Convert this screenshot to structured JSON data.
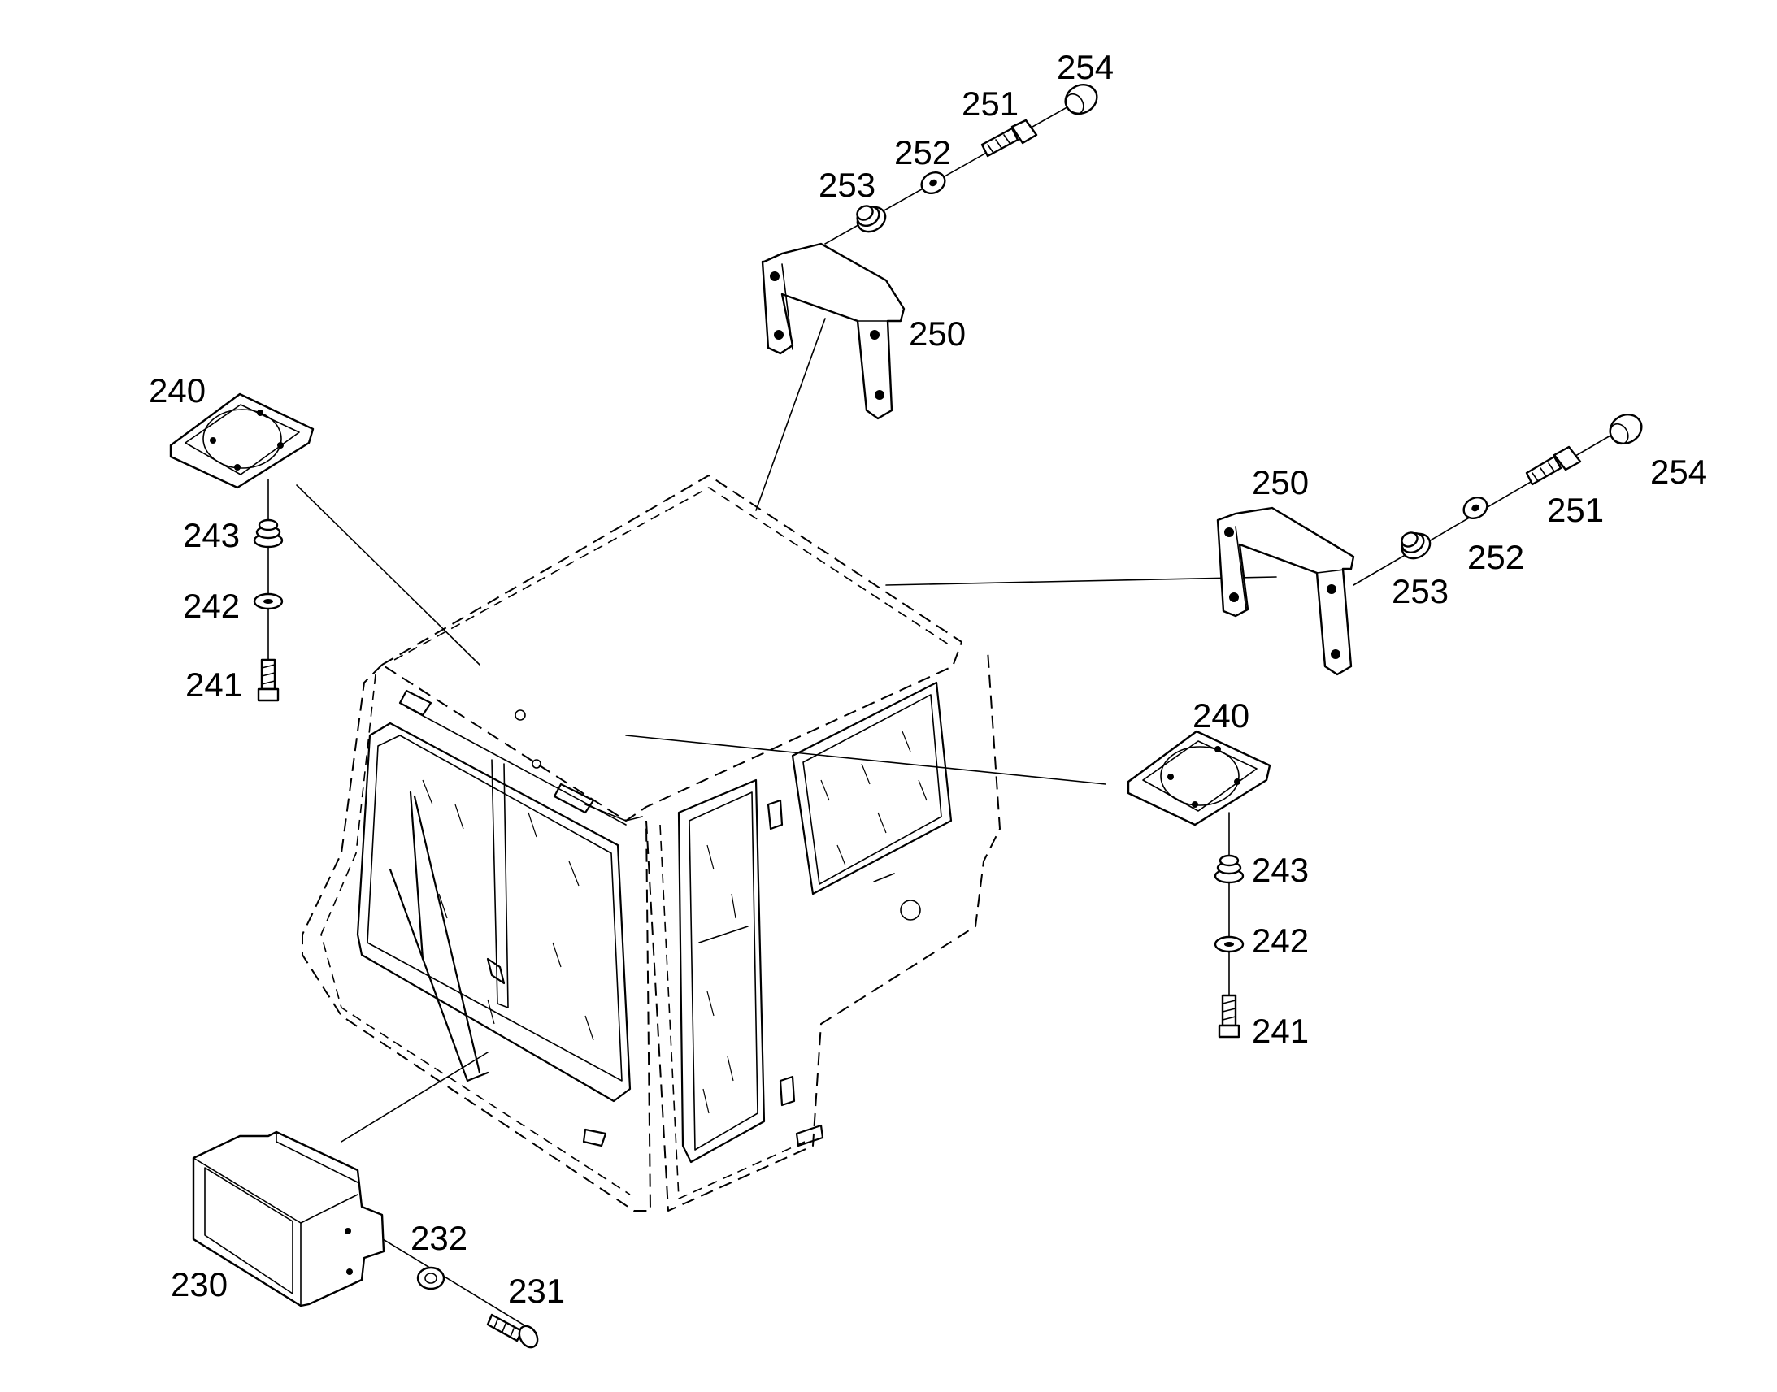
{
  "callouts": {
    "top_bracket": {
      "cap": "254",
      "bolt": "251",
      "washer": "252",
      "grommet": "253",
      "bracket": "250"
    },
    "right_bracket": {
      "bracket": "250",
      "cap": "254",
      "bolt": "251",
      "washer": "252",
      "grommet": "253"
    },
    "left_mount": {
      "plate": "240",
      "grommet": "243",
      "washer": "242",
      "bolt": "241"
    },
    "right_mount": {
      "plate": "240",
      "grommet": "243",
      "washer": "242",
      "bolt": "241"
    },
    "front_box": {
      "box": "230",
      "washer": "232",
      "screw": "231"
    }
  }
}
